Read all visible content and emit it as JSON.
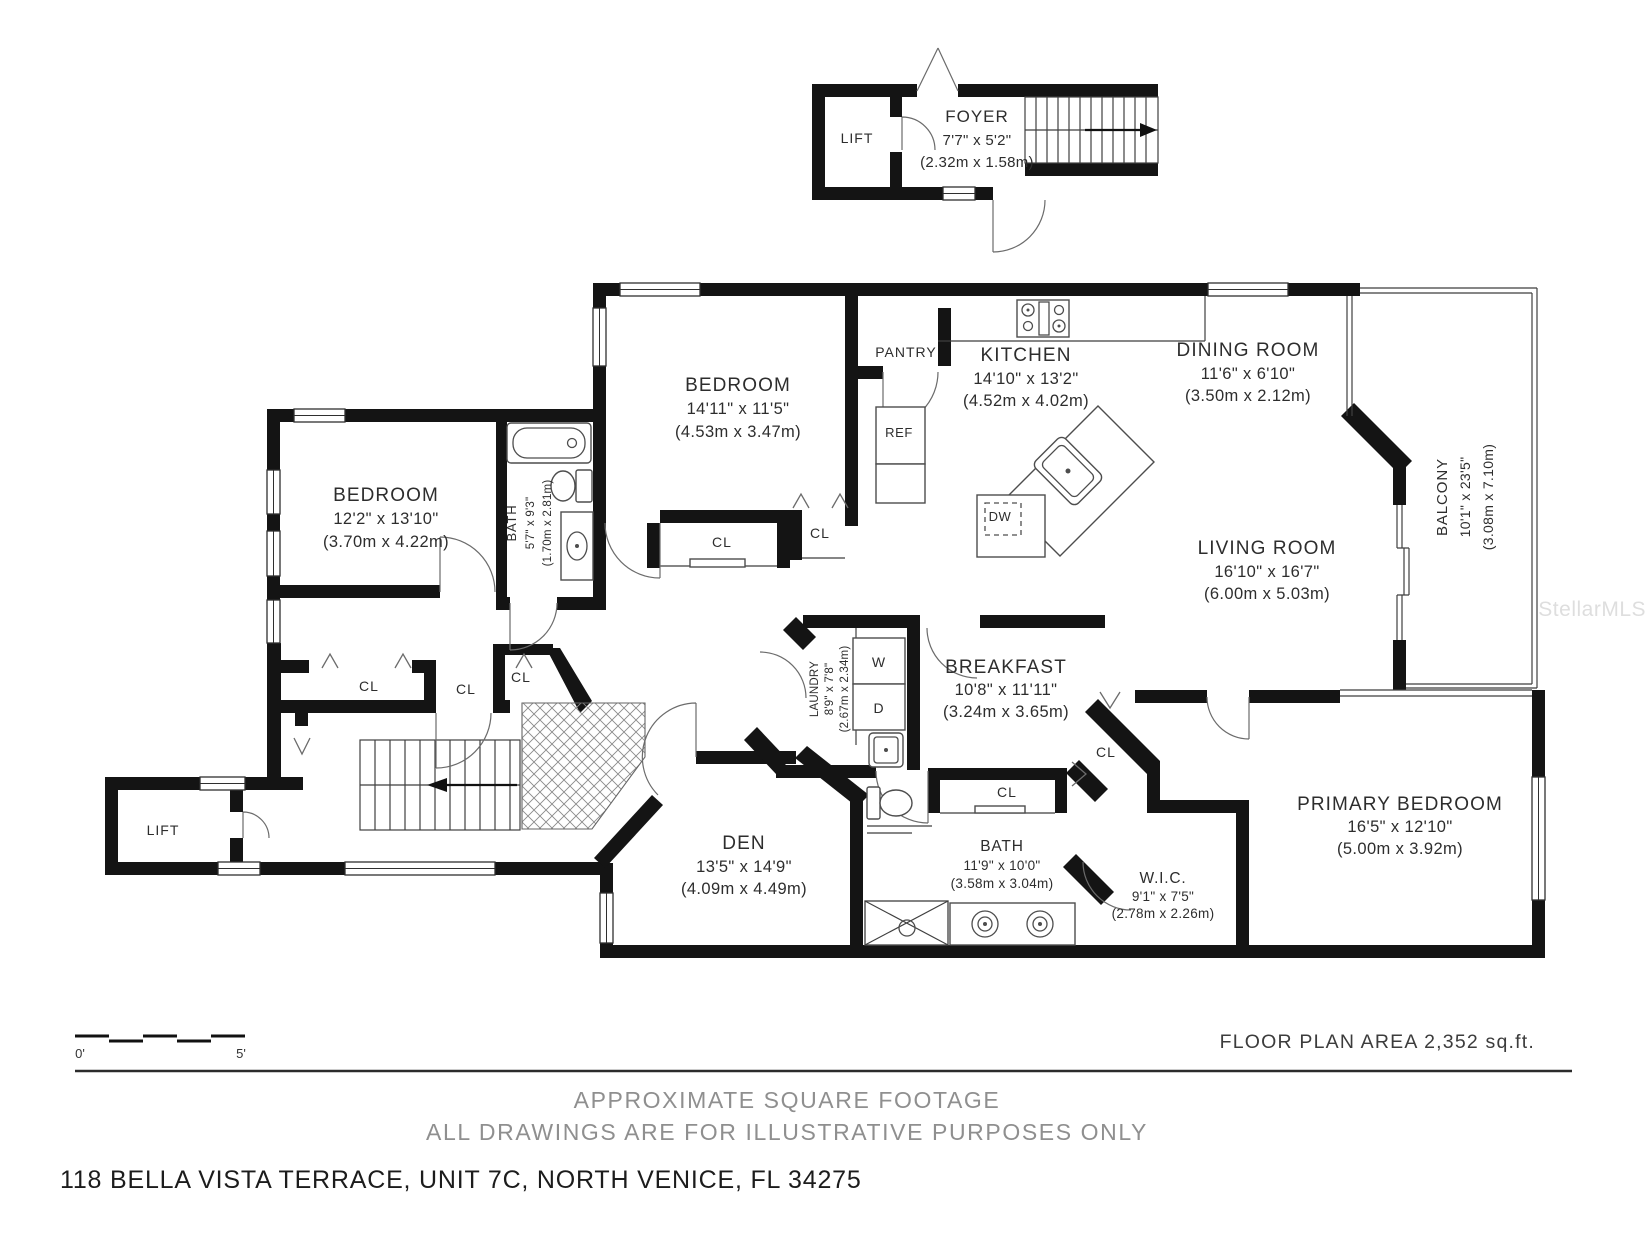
{
  "watermark": "StellarMLS",
  "labels": {
    "lift": "LIFT",
    "pantry": "PANTRY",
    "ref": "REF",
    "dw": "DW",
    "washer": "W",
    "dryer": "D",
    "closet": "CL"
  },
  "rooms": {
    "foyer": {
      "name": "FOYER",
      "imperial": "7'7\" x 5'2\"",
      "metric": "(2.32m x 1.58m)"
    },
    "bedroom_mid": {
      "name": "BEDROOM",
      "imperial": "14'11\" x 11'5\"",
      "metric": "(4.53m x 3.47m)"
    },
    "bedroom_left": {
      "name": "BEDROOM",
      "imperial": "12'2\" x 13'10\"",
      "metric": "(3.70m x 4.22m)"
    },
    "bath_top": {
      "name": "BATH",
      "imperial": "5'7\" x 9'3\"",
      "metric": "(1.70m x 2.81m)"
    },
    "kitchen": {
      "name": "KITCHEN",
      "imperial": "14'10\" x 13'2\"",
      "metric": "(4.52m x 4.02m)"
    },
    "dining": {
      "name": "DINING ROOM",
      "imperial": "11'6\" x 6'10\"",
      "metric": "(3.50m x 2.12m)"
    },
    "living": {
      "name": "LIVING ROOM",
      "imperial": "16'10\" x 16'7\"",
      "metric": "(6.00m x 5.03m)"
    },
    "balcony": {
      "name": "BALCONY",
      "imperial": "10'1\" x 23'5\"",
      "metric": "(3.08m x 7.10m)"
    },
    "breakfast": {
      "name": "BREAKFAST",
      "imperial": "10'8\" x 11'11\"",
      "metric": "(3.24m x 3.65m)"
    },
    "laundry": {
      "name": "LAUNDRY",
      "imperial": "8'9\" x 7'8\"",
      "metric": "(2.67m x 2.34m)"
    },
    "den": {
      "name": "DEN",
      "imperial": "13'5\" x 14'9\"",
      "metric": "(4.09m x 4.49m)"
    },
    "bath_primary": {
      "name": "BATH",
      "imperial": "11'9\" x 10'0\"",
      "metric": "(3.58m x 3.04m)"
    },
    "wic": {
      "name": "W.I.C.",
      "imperial": "9'1\" x 7'5\"",
      "metric": "(2.78m x 2.26m)"
    },
    "primary": {
      "name": "PRIMARY BEDROOM",
      "imperial": "16'5\" x 12'10\"",
      "metric": "(5.00m x 3.92m)"
    }
  },
  "footer": {
    "scale_start": "0'",
    "scale_end": "5'",
    "area": "FLOOR PLAN AREA 2,352 sq.ft.",
    "note1": "APPROXIMATE SQUARE FOOTAGE",
    "note2": "ALL DRAWINGS ARE FOR ILLUSTRATIVE PURPOSES ONLY",
    "address": "118 BELLA VISTA TERRACE, UNIT 7C, NORTH VENICE, FL 34275"
  }
}
